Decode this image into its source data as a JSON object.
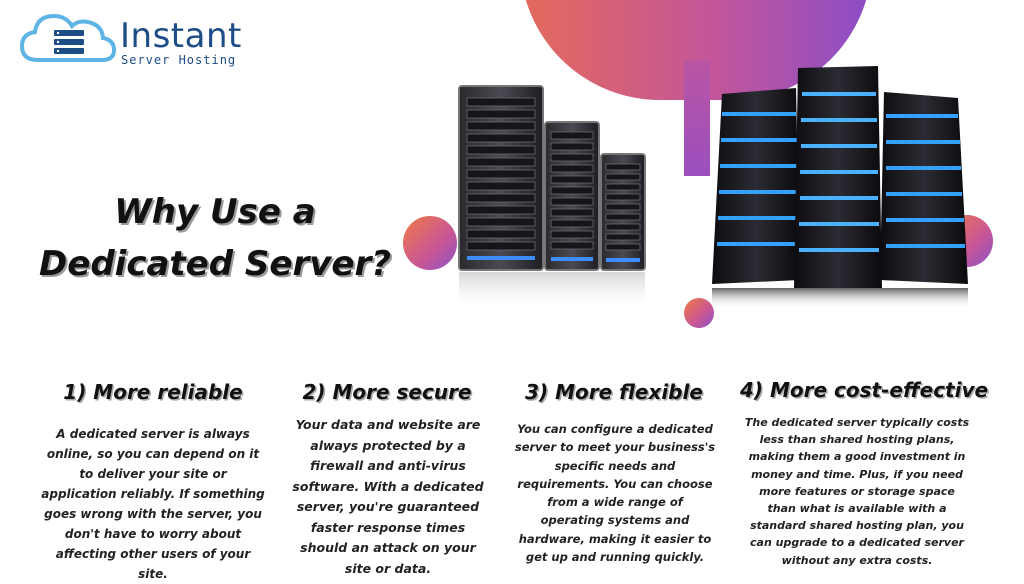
{
  "brand": {
    "name": "Instant",
    "tagline": "Server Hosting",
    "logo_icon": "cloud-server-icon",
    "color": "#1d4d86"
  },
  "headline": {
    "line1": "Why Use a",
    "line2": "Dedicated Server?"
  },
  "features": [
    {
      "title": "1) More reliable",
      "body": "A dedicated server is always online, so you can depend on it to deliver your site or application reliably. If something goes wrong with the server, you don't have to worry about affecting other users of your site."
    },
    {
      "title": "2) More secure",
      "body": "Your data and website are always protected by a firewall and anti-virus software. With a dedicated server, you're guaranteed faster response times should an attack on your site or data."
    },
    {
      "title": "3) More flexible",
      "body": "You can configure a dedicated server to meet your business's specific needs and requirements. You can choose from a wide range of operating systems and hardware, making it easier to get up and running quickly."
    },
    {
      "title": "4) More cost-effective",
      "body": "The dedicated server typically costs less than shared hosting plans, making them a good investment in money and time. Plus, if you need more features or storage space than what is available with a standard shared hosting plan, you can upgrade to a dedicated server without any extra costs."
    }
  ],
  "images": {
    "left_servers": "server-rack-trio-silver",
    "right_servers": "server-tower-trio-blue-glow"
  },
  "colors": {
    "gradient_start": "#e46a5a",
    "gradient_mid": "#c3569a",
    "gradient_end": "#8b4dc7",
    "server_glow": "#2f8cff"
  }
}
